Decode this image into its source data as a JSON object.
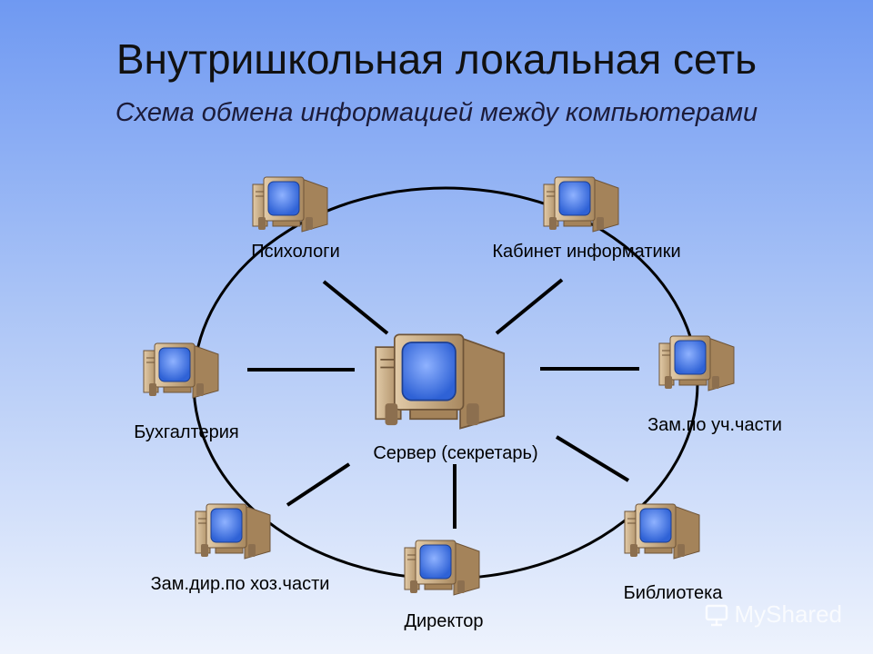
{
  "title": "Внутришкольная локальная сеть",
  "subtitle": "Схема обмена информацией между компьютерами",
  "nodes": {
    "server": "Сервер (секретарь)",
    "psychologists": "Психологи",
    "informatics": "Кабинет информатики",
    "accounting": "Бухгалтерия",
    "deputy_study": "Зам.по уч.части",
    "deputy_household": "Зам.дир.по хоз.части",
    "director": "Директор",
    "library": "Библиотека"
  },
  "watermark": "MyShared",
  "colors": {
    "screen": "#4f84ee",
    "case": "#c9ab86",
    "case_dark": "#8c6f4f",
    "line": "#000000"
  }
}
